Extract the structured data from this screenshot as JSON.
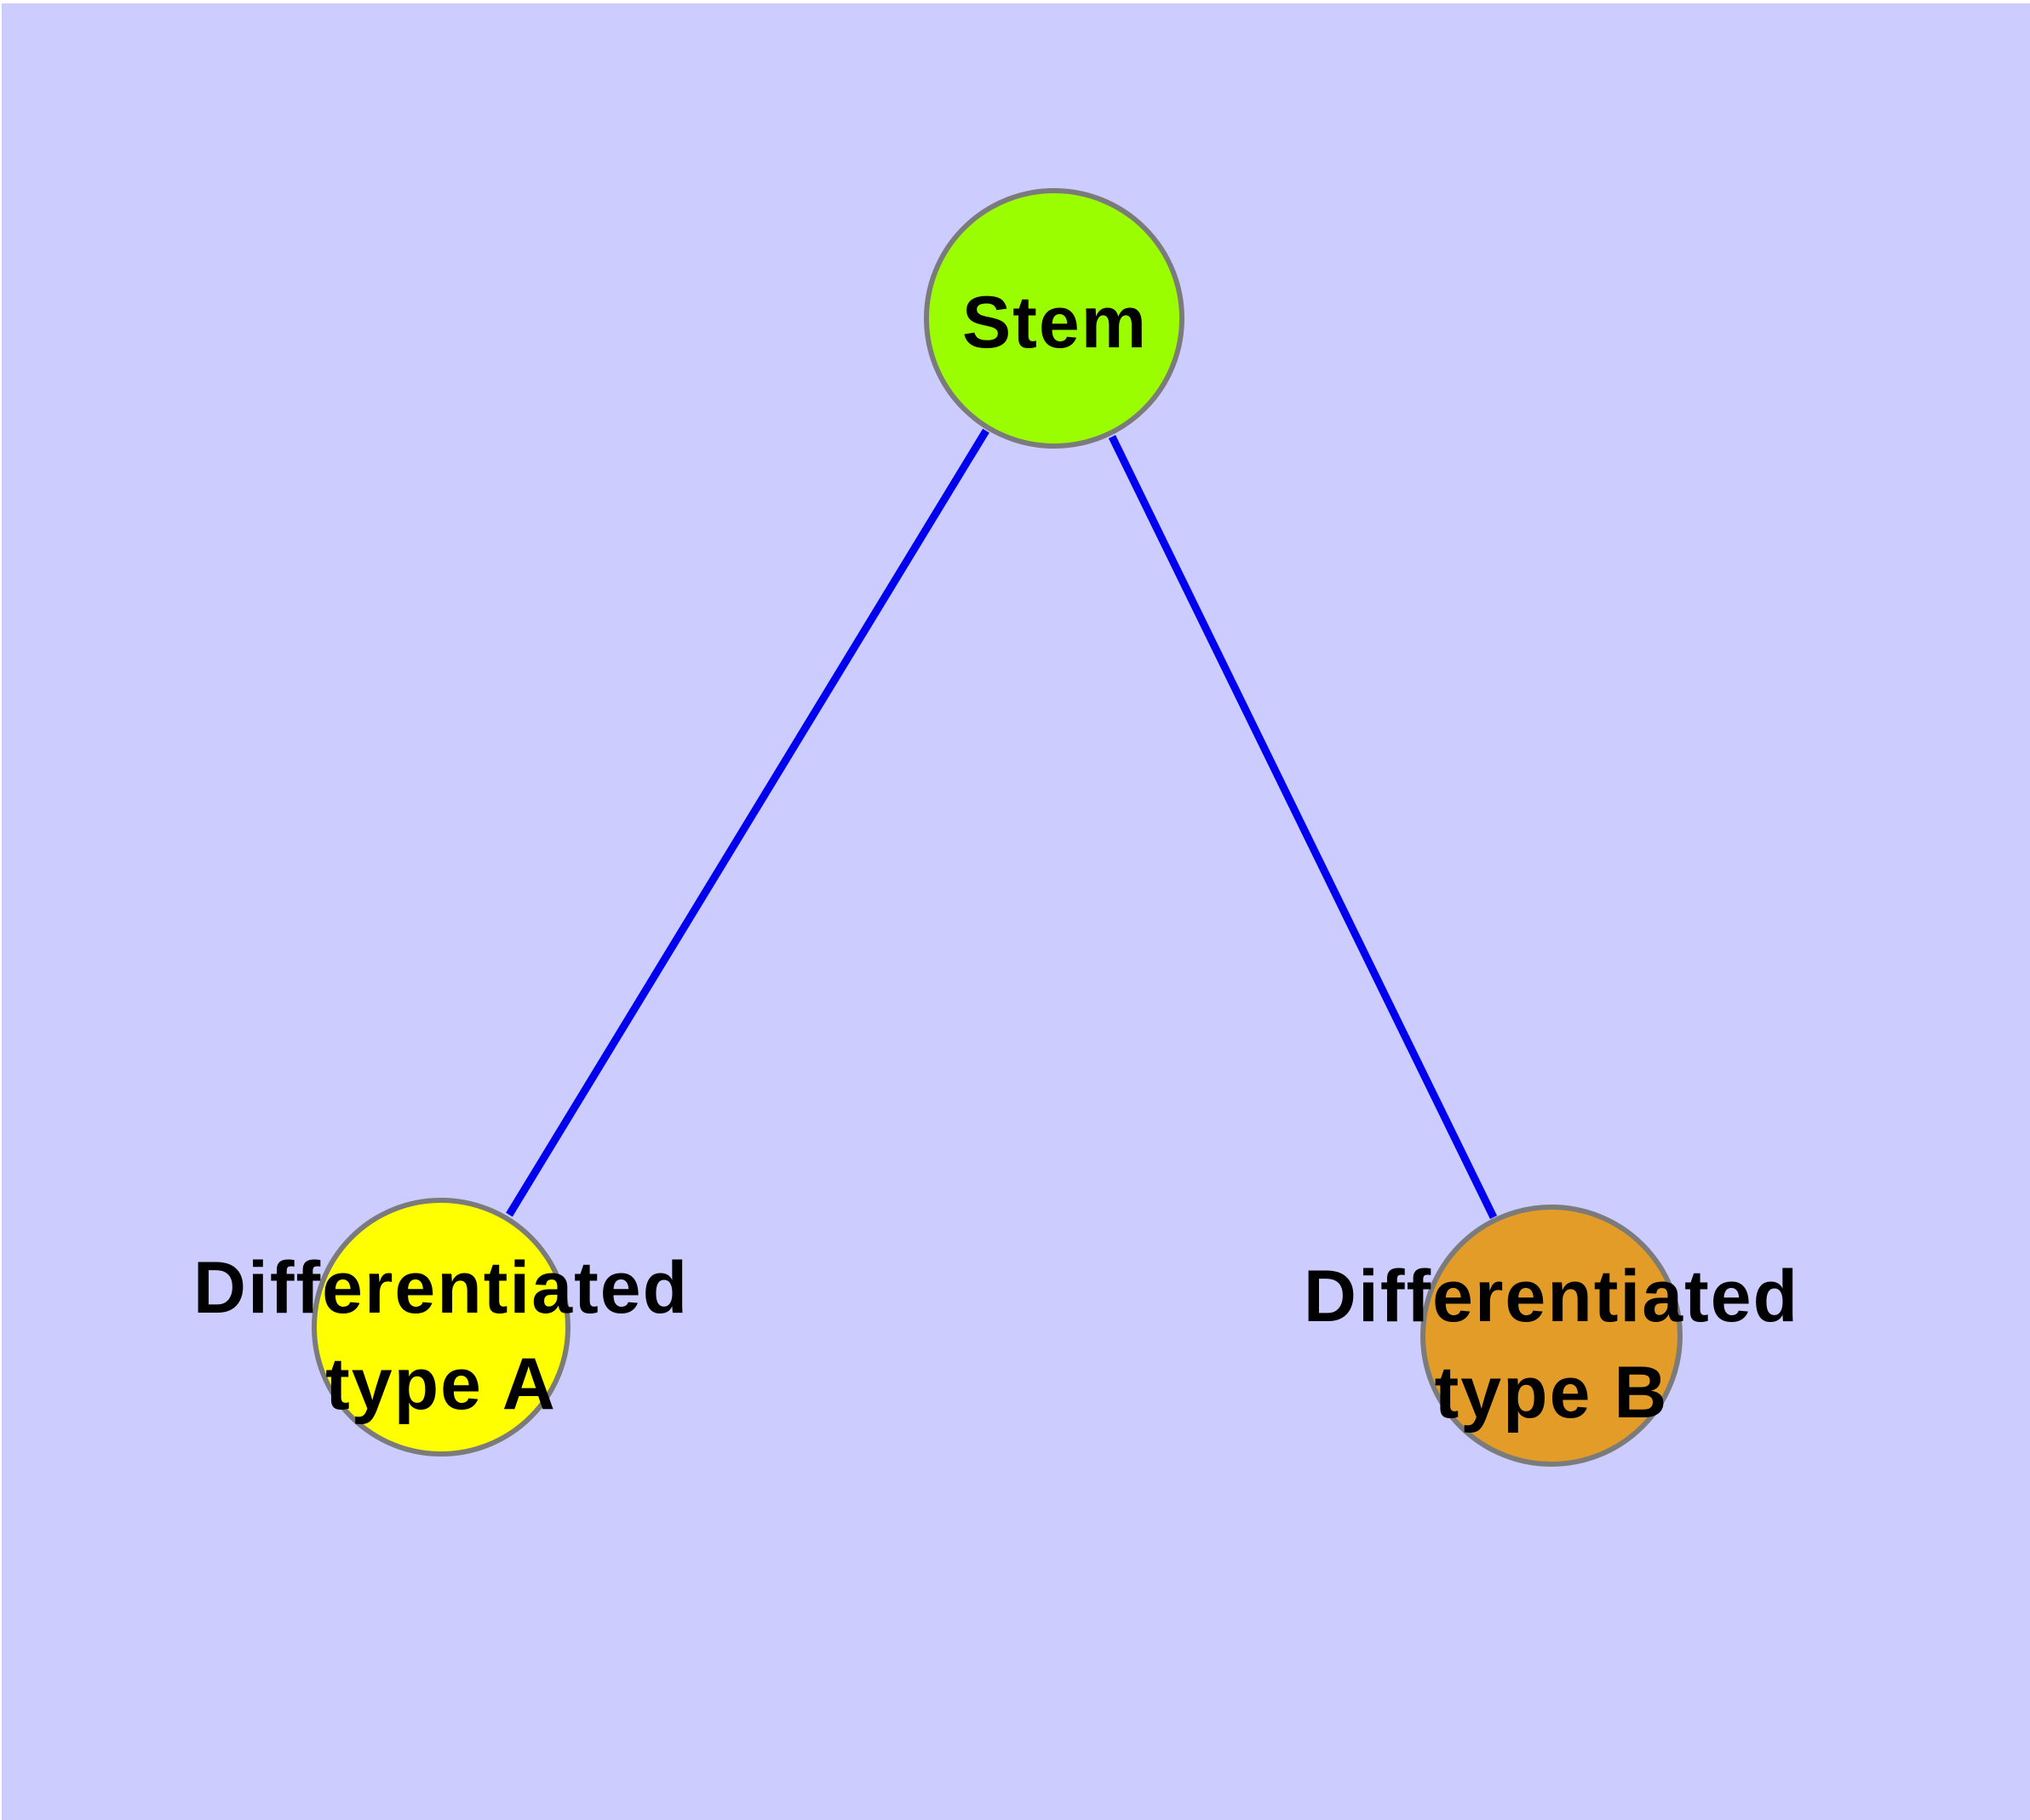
{
  "diagram": {
    "background_color": "#CCCCFF",
    "frame_color": "#FFFFFF",
    "edge_color": "#0000EE",
    "node_border_color": "#7B7B7B",
    "label_color": "#000000",
    "nodes": [
      {
        "id": "stem",
        "label": "Stem",
        "fill": "#9BFE00"
      },
      {
        "id": "differentiated-type-a",
        "label_line1": "Differentiated",
        "label_line2": "type A",
        "fill": "#FFFF00"
      },
      {
        "id": "differentiated-type-b",
        "label_line1": "Differentiated",
        "label_line2": "type B",
        "fill": "#E39C27"
      }
    ],
    "edges": [
      {
        "from": "Stem",
        "to": "Differentiated type A"
      },
      {
        "from": "Stem",
        "to": "Differentiated type B"
      }
    ]
  }
}
